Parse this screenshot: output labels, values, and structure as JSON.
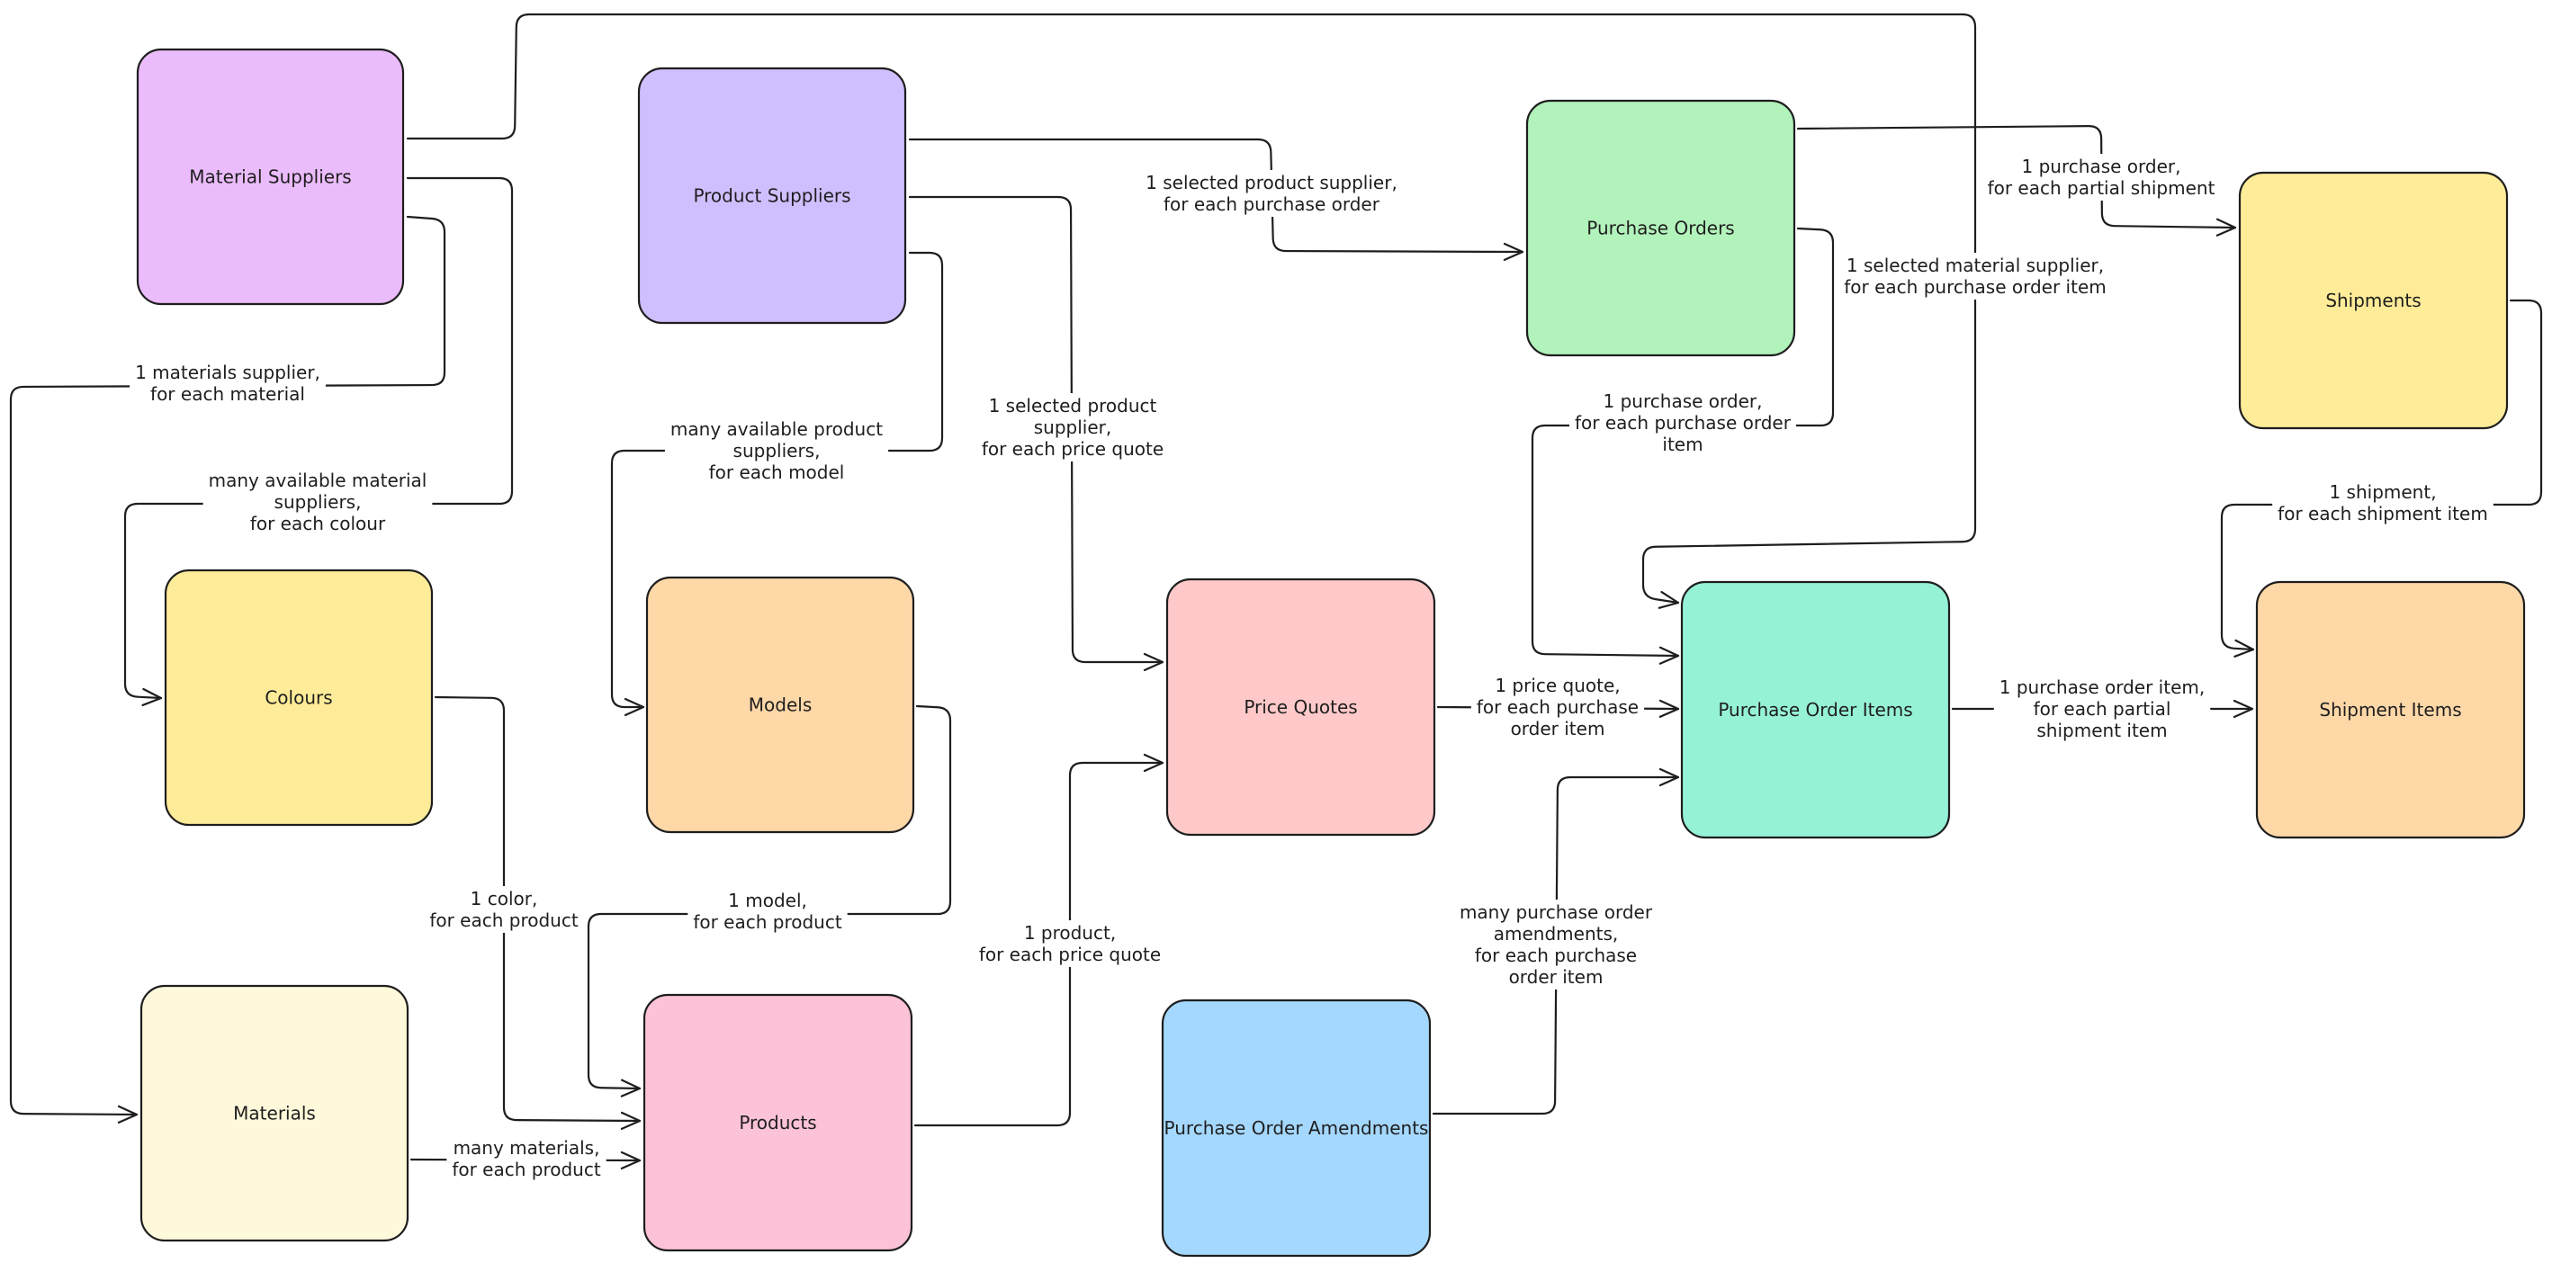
{
  "nodes": [
    {
      "id": "material-suppliers",
      "label": "Material Suppliers",
      "color": "#ebbcfb"
    },
    {
      "id": "product-suppliers",
      "label": "Product Suppliers",
      "color": "#d0bfff"
    },
    {
      "id": "purchase-orders",
      "label": "Purchase Orders",
      "color": "#b2f2bb"
    },
    {
      "id": "shipments",
      "label": "Shipments",
      "color": "#ffec99"
    },
    {
      "id": "colours",
      "label": "Colours",
      "color": "#ffec99"
    },
    {
      "id": "models",
      "label": "Models",
      "color": "#ffd8a8"
    },
    {
      "id": "price-quotes",
      "label": "Price Quotes",
      "color": "#ffc9c9"
    },
    {
      "id": "purchase-order-items",
      "label": "Purchase Order Items",
      "color": "#96f2d7"
    },
    {
      "id": "shipment-items",
      "label": "Shipment Items",
      "color": "#ffd8a8"
    },
    {
      "id": "materials",
      "label": "Materials",
      "color": "#fff9db"
    },
    {
      "id": "products",
      "label": "Products",
      "color": "#fcc2d7"
    },
    {
      "id": "purchase-order-amendments",
      "label": "Purchase Order Amendments",
      "color": "#a5d8ff"
    }
  ],
  "edges": [
    {
      "id": "ms-materials",
      "from": "material-suppliers",
      "to": "materials",
      "label": [
        "1 materials supplier,",
        "for each material"
      ]
    },
    {
      "id": "ms-colours",
      "from": "material-suppliers",
      "to": "colours",
      "label": [
        "many available material",
        "suppliers,",
        "for each colour"
      ]
    },
    {
      "id": "ms-poi",
      "from": "material-suppliers",
      "to": "purchase-order-items",
      "label": [
        "1 selected material supplier,",
        "for each purchase order item"
      ]
    },
    {
      "id": "ps-po",
      "from": "product-suppliers",
      "to": "purchase-orders",
      "label": [
        "1 selected product supplier,",
        "for each purchase order"
      ]
    },
    {
      "id": "ps-pq",
      "from": "product-suppliers",
      "to": "price-quotes",
      "label": [
        "1 selected product",
        "supplier,",
        "for each price quote"
      ]
    },
    {
      "id": "ps-models",
      "from": "product-suppliers",
      "to": "models",
      "label": [
        "many available product",
        "suppliers,",
        "for each model"
      ]
    },
    {
      "id": "po-shipments",
      "from": "purchase-orders",
      "to": "shipments",
      "label": [
        "1 purchase order,",
        "for each partial shipment"
      ]
    },
    {
      "id": "po-poi",
      "from": "purchase-orders",
      "to": "purchase-order-items",
      "label": [
        "1 purchase order,",
        "for each purchase order",
        "item"
      ]
    },
    {
      "id": "shipments-si",
      "from": "shipments",
      "to": "shipment-items",
      "label": [
        "1 shipment,",
        "for each shipment item"
      ]
    },
    {
      "id": "colours-products",
      "from": "colours",
      "to": "products",
      "label": [
        "1 color,",
        "for each product"
      ]
    },
    {
      "id": "models-products",
      "from": "models",
      "to": "products",
      "label": [
        "1 model,",
        "for each product"
      ]
    },
    {
      "id": "materials-products",
      "from": "materials",
      "to": "products",
      "label": [
        "many materials,",
        "for each product"
      ]
    },
    {
      "id": "products-pq",
      "from": "products",
      "to": "price-quotes",
      "label": [
        "1 product,",
        "for each price quote"
      ]
    },
    {
      "id": "pq-poi",
      "from": "price-quotes",
      "to": "purchase-order-items",
      "label": [
        "1 price quote,",
        "for each purchase",
        "order item"
      ]
    },
    {
      "id": "poi-si",
      "from": "purchase-order-items",
      "to": "shipment-items",
      "label": [
        "1 purchase order item,",
        "for each partial",
        "shipment item"
      ]
    },
    {
      "id": "poa-poi",
      "from": "purchase-order-amendments",
      "to": "purchase-order-items",
      "label": [
        "many purchase order",
        "amendments,",
        "for each purchase",
        "order item"
      ]
    }
  ]
}
